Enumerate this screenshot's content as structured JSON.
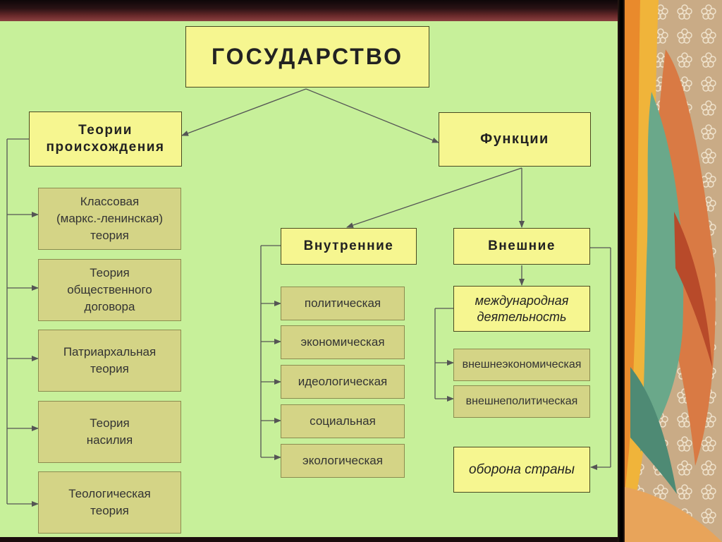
{
  "diagram": {
    "root": {
      "label": "ГОСУДАРСТВО"
    },
    "origin_theories": {
      "label": "Теории\nпроисхождения",
      "items": [
        "Классовая\n(маркс.-ленинская)\nтеория",
        "Теория\nобщественного\nдоговора",
        "Патриархальная\nтеория",
        "Теория\nнасилия",
        "Теологическая\nтеория"
      ]
    },
    "functions": {
      "label": "Функции",
      "internal": {
        "label": "Внутренние",
        "items": [
          "политическая",
          "экономическая",
          "идеологическая",
          "социальная",
          "экологическая"
        ]
      },
      "external": {
        "label": "Внешние",
        "international": "международная\nдеятельность",
        "items": [
          "внешнеэкономическая",
          "внешнеполитическая"
        ],
        "defense": "оборона  страны"
      }
    }
  },
  "colors": {
    "background": "#c7f09a",
    "main_box": "#f6f690",
    "sub_box": "#d4d486",
    "line": "#555555"
  }
}
